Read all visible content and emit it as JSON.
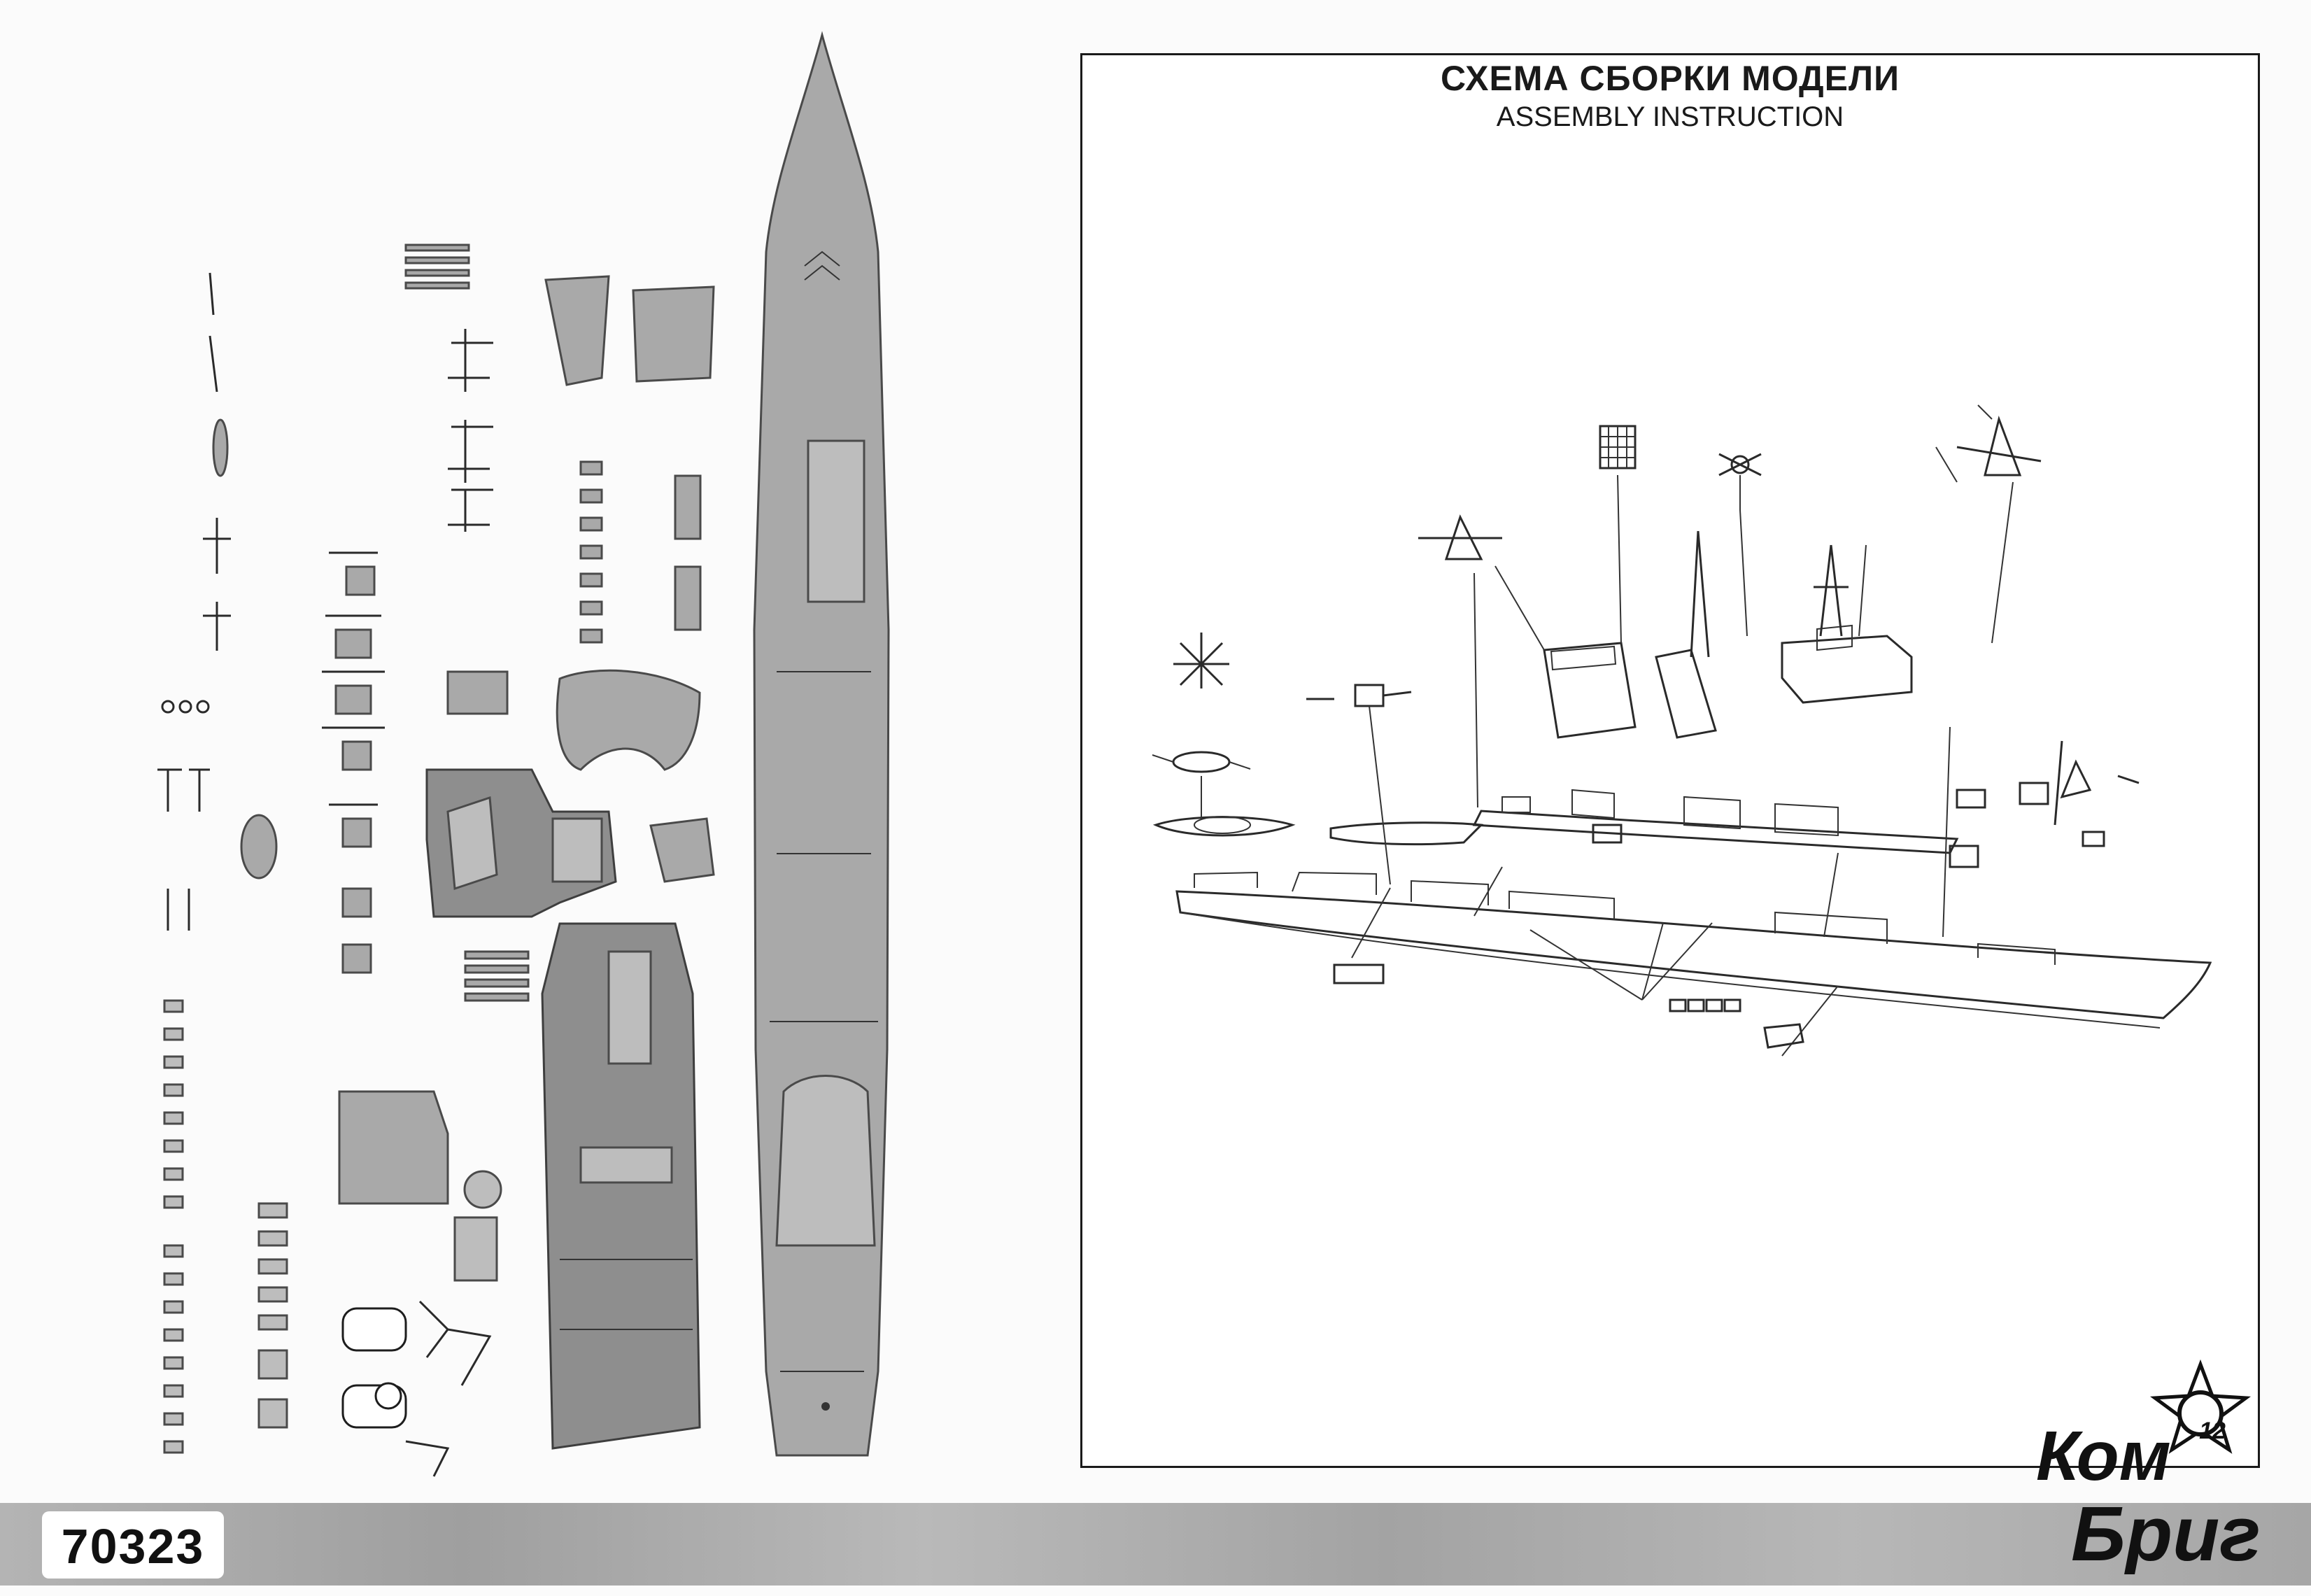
{
  "instruction": {
    "title_ru": "СХЕМА СБОРКИ МОДЕЛИ",
    "title_en": "ASSEMBLY INSTRUCTION"
  },
  "footer": {
    "catalog_number": "70323"
  },
  "brand": {
    "logo_line1": "Ком",
    "logo_line2": "Бриг",
    "logo_badge": "12"
  },
  "colors": {
    "part_gray": "#a9a9a9",
    "band_gray": "#a8a8a8",
    "line": "#1a1a1a"
  },
  "icons": {
    "logo_mark": "star-badge-icon"
  }
}
